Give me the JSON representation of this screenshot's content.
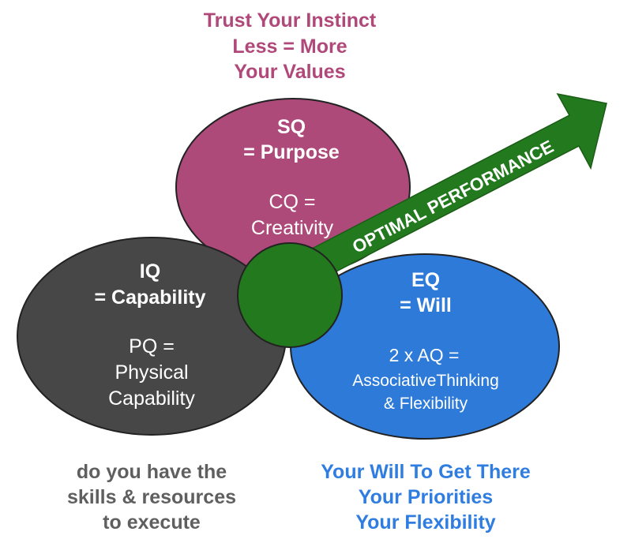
{
  "top_note": {
    "lines": [
      "Trust Your Instinct",
      "Less = More",
      "Your Values"
    ],
    "color": "#b0487a"
  },
  "sq_circle": {
    "title": "SQ",
    "subtitle": "= Purpose",
    "body": [
      "CQ =",
      "Creativity"
    ],
    "color": "#ad4a7a"
  },
  "iq_circle": {
    "title": "IQ",
    "subtitle": "= Capability",
    "body": [
      "PQ =",
      "Physical",
      "Capability"
    ],
    "color": "#474747"
  },
  "eq_circle": {
    "title": "EQ",
    "subtitle": "= Will",
    "body": [
      "2 x AQ =",
      "AssociativeThinking",
      "& Flexibility"
    ],
    "color": "#2d7ad9"
  },
  "center_circle": {
    "color": "#237a1e"
  },
  "arrow": {
    "label": "OPTIMAL PERFORMANCE",
    "color": "#237a1e"
  },
  "bottom_left_note": {
    "lines": [
      "do you have the",
      "skills & resources",
      "to execute"
    ],
    "color": "#5f5f5f"
  },
  "bottom_right_note": {
    "lines": [
      "Your Will To Get There",
      "Your Priorities",
      "Your Flexibility"
    ],
    "color": "#2f7de0"
  }
}
